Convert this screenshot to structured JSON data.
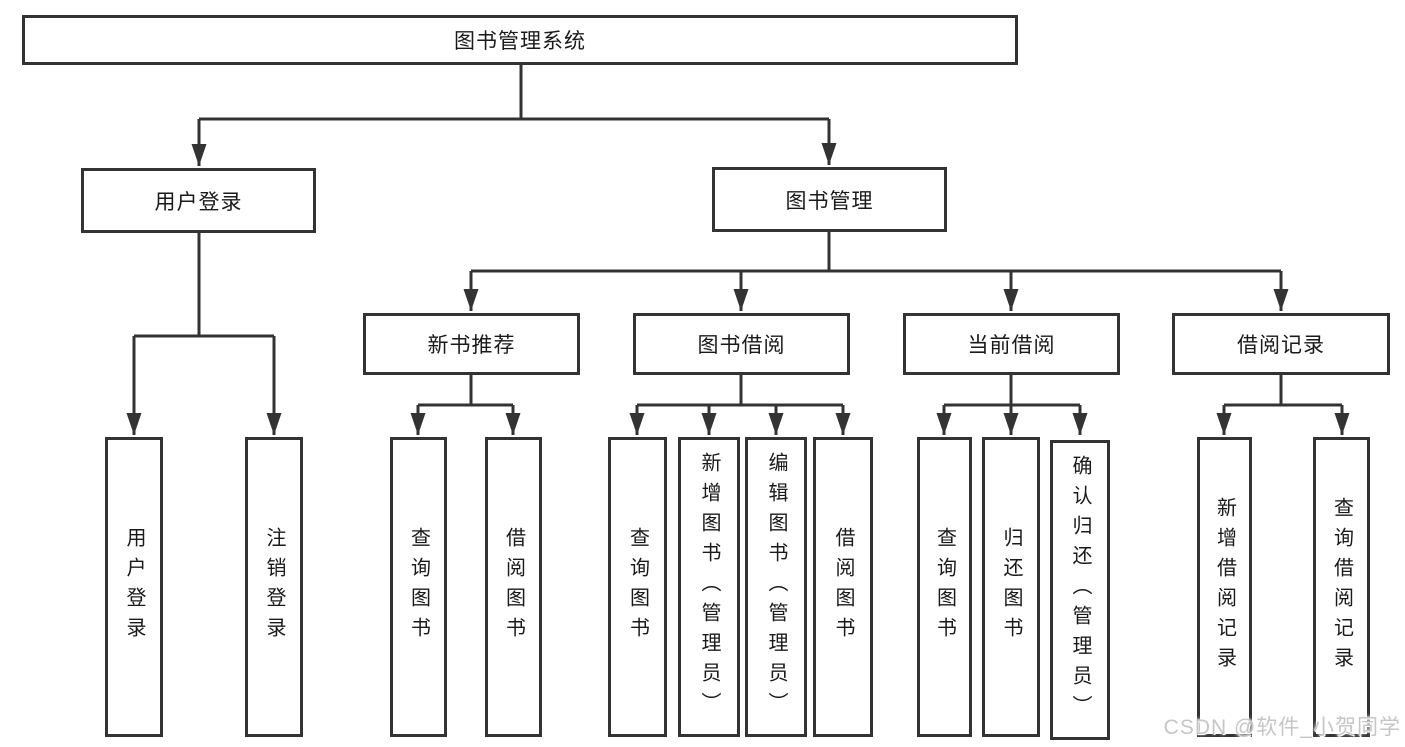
{
  "tree": {
    "root": {
      "label": "图书管理系统"
    },
    "branches": [
      {
        "label": "用户登录",
        "children": [
          {
            "label": "用户登录"
          },
          {
            "label": "注销登录"
          }
        ]
      },
      {
        "label": "图书管理",
        "children": [
          {
            "label": "新书推荐",
            "children": [
              {
                "label": "查询图书"
              },
              {
                "label": "借阅图书"
              }
            ]
          },
          {
            "label": "图书借阅",
            "children": [
              {
                "label": "查询图书"
              },
              {
                "label": "新增图书（管理员）"
              },
              {
                "label": "编辑图书（管理员）"
              },
              {
                "label": "借阅图书"
              }
            ]
          },
          {
            "label": "当前借阅",
            "children": [
              {
                "label": "查询图书"
              },
              {
                "label": "归还图书"
              },
              {
                "label": "确认归还（管理员）"
              }
            ]
          },
          {
            "label": "借阅记录",
            "children": [
              {
                "label": "新增借阅记录"
              },
              {
                "label": "查询借阅记录"
              }
            ]
          }
        ]
      }
    ]
  },
  "watermark": {
    "text": "CSDN @软件_小贺同学"
  },
  "colors": {
    "line": "#333333",
    "text": "#1a1a1a",
    "background": "#ffffff",
    "watermark": "#c6c6c6"
  }
}
